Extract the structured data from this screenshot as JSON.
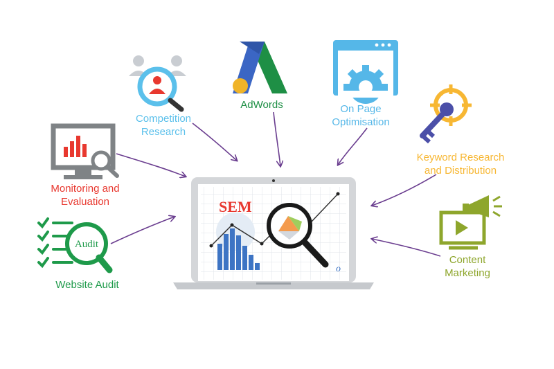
{
  "nodes": {
    "competition": {
      "lines": [
        "Competition",
        "Research"
      ],
      "color": "#5bc0eb"
    },
    "adwords": {
      "lines": [
        "AdWords"
      ],
      "color": "#1e8f45"
    },
    "onpage": {
      "lines": [
        "On Page",
        "Optimisation"
      ],
      "color": "#55b7e8"
    },
    "keyword": {
      "lines": [
        "Keyword Research",
        "and Distribution"
      ],
      "color": "#f7b733"
    },
    "monitoring": {
      "lines": [
        "Monitoring and",
        "Evaluation"
      ],
      "color": "#e8382f"
    },
    "audit": {
      "lines": [
        "Website Audit"
      ],
      "color": "#1e9a4a",
      "badge": "Audit"
    },
    "content": {
      "lines": [
        "Content",
        "Marketing"
      ],
      "color": "#8ea62c"
    }
  },
  "center": {
    "screen_title": "SEM",
    "title_color": "#e8382f"
  },
  "colors": {
    "arrow": "#6a3d8f",
    "laptop_frame": "#cfd2d6",
    "bars": "#3d74c4"
  }
}
